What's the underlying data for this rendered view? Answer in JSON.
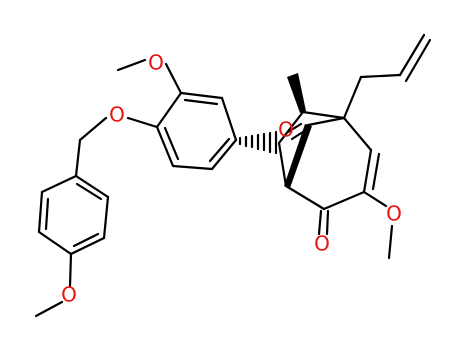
{
  "diagram": {
    "type": "chemical-structure",
    "atom_labels": {
      "o_methoxy_top": "O",
      "o_benzyl_ether": "O",
      "o_methoxy_bottom": "O",
      "o_bridge_ketone": "O",
      "o_ring_ketone": "O",
      "o_enol_ether": "O"
    },
    "colors": {
      "bond": "#000000",
      "heteroatom_oxygen": "#e8120e",
      "background": "#ffffff"
    }
  }
}
